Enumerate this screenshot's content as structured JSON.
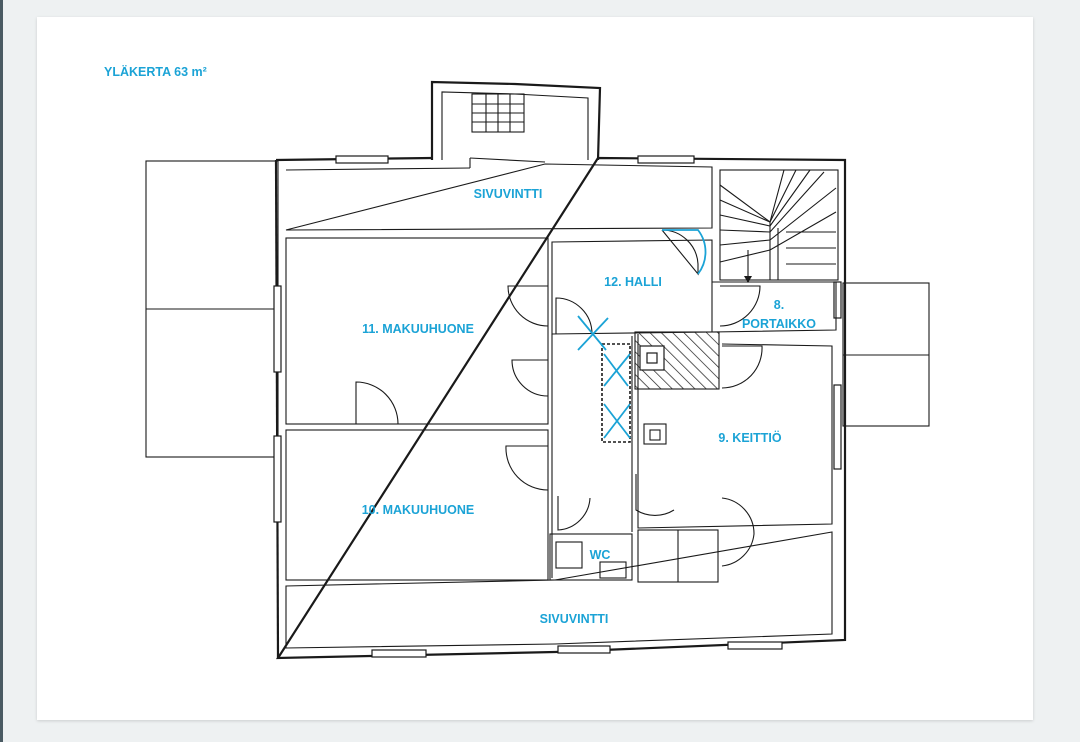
{
  "floor": {
    "title": "YLÄKERTA 63 m²"
  },
  "rooms": {
    "sivuvintti_top": "SIVUVINTTI",
    "halli": "12. HALLI",
    "portaikko_num": "8.",
    "portaikko": "PORTAIKKO",
    "makuuhuone_11": "11. MAKUUHUONE",
    "keittio": "9. KEITTIÖ",
    "makuuhuone_10": "10. MAKUUHUONE",
    "wc": "WC",
    "sivuvintti_bottom": "SIVUVINTTI"
  },
  "colors": {
    "label": "#1ba3d6",
    "line": "#1a1a1a",
    "background": "#ffffff"
  }
}
